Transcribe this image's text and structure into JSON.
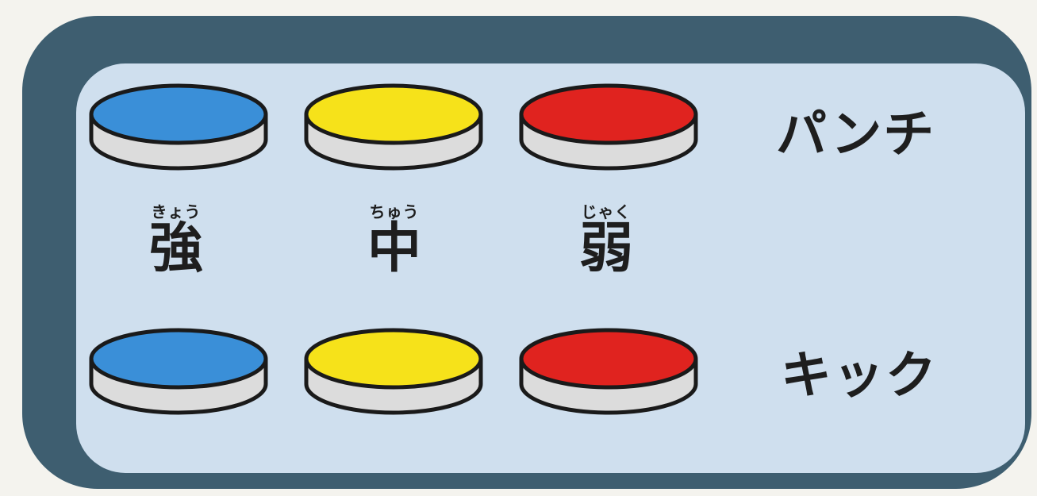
{
  "rows": [
    {
      "id": "punch",
      "label": "パンチ"
    },
    {
      "id": "kick",
      "label": "キック"
    }
  ],
  "strengths": [
    {
      "id": "strong",
      "ruby": "きょう",
      "kanji": "強",
      "color": "#3a8fd8"
    },
    {
      "id": "medium",
      "ruby": "ちゅう",
      "kanji": "中",
      "color": "#f6e21a"
    },
    {
      "id": "weak",
      "ruby": "じゃく",
      "kanji": "弱",
      "color": "#e0231f"
    }
  ],
  "colors": {
    "frame": "#3e5e70",
    "panel": "#cfdfee",
    "button_side": "#dcdcdc",
    "outline": "#1a1a1a"
  }
}
